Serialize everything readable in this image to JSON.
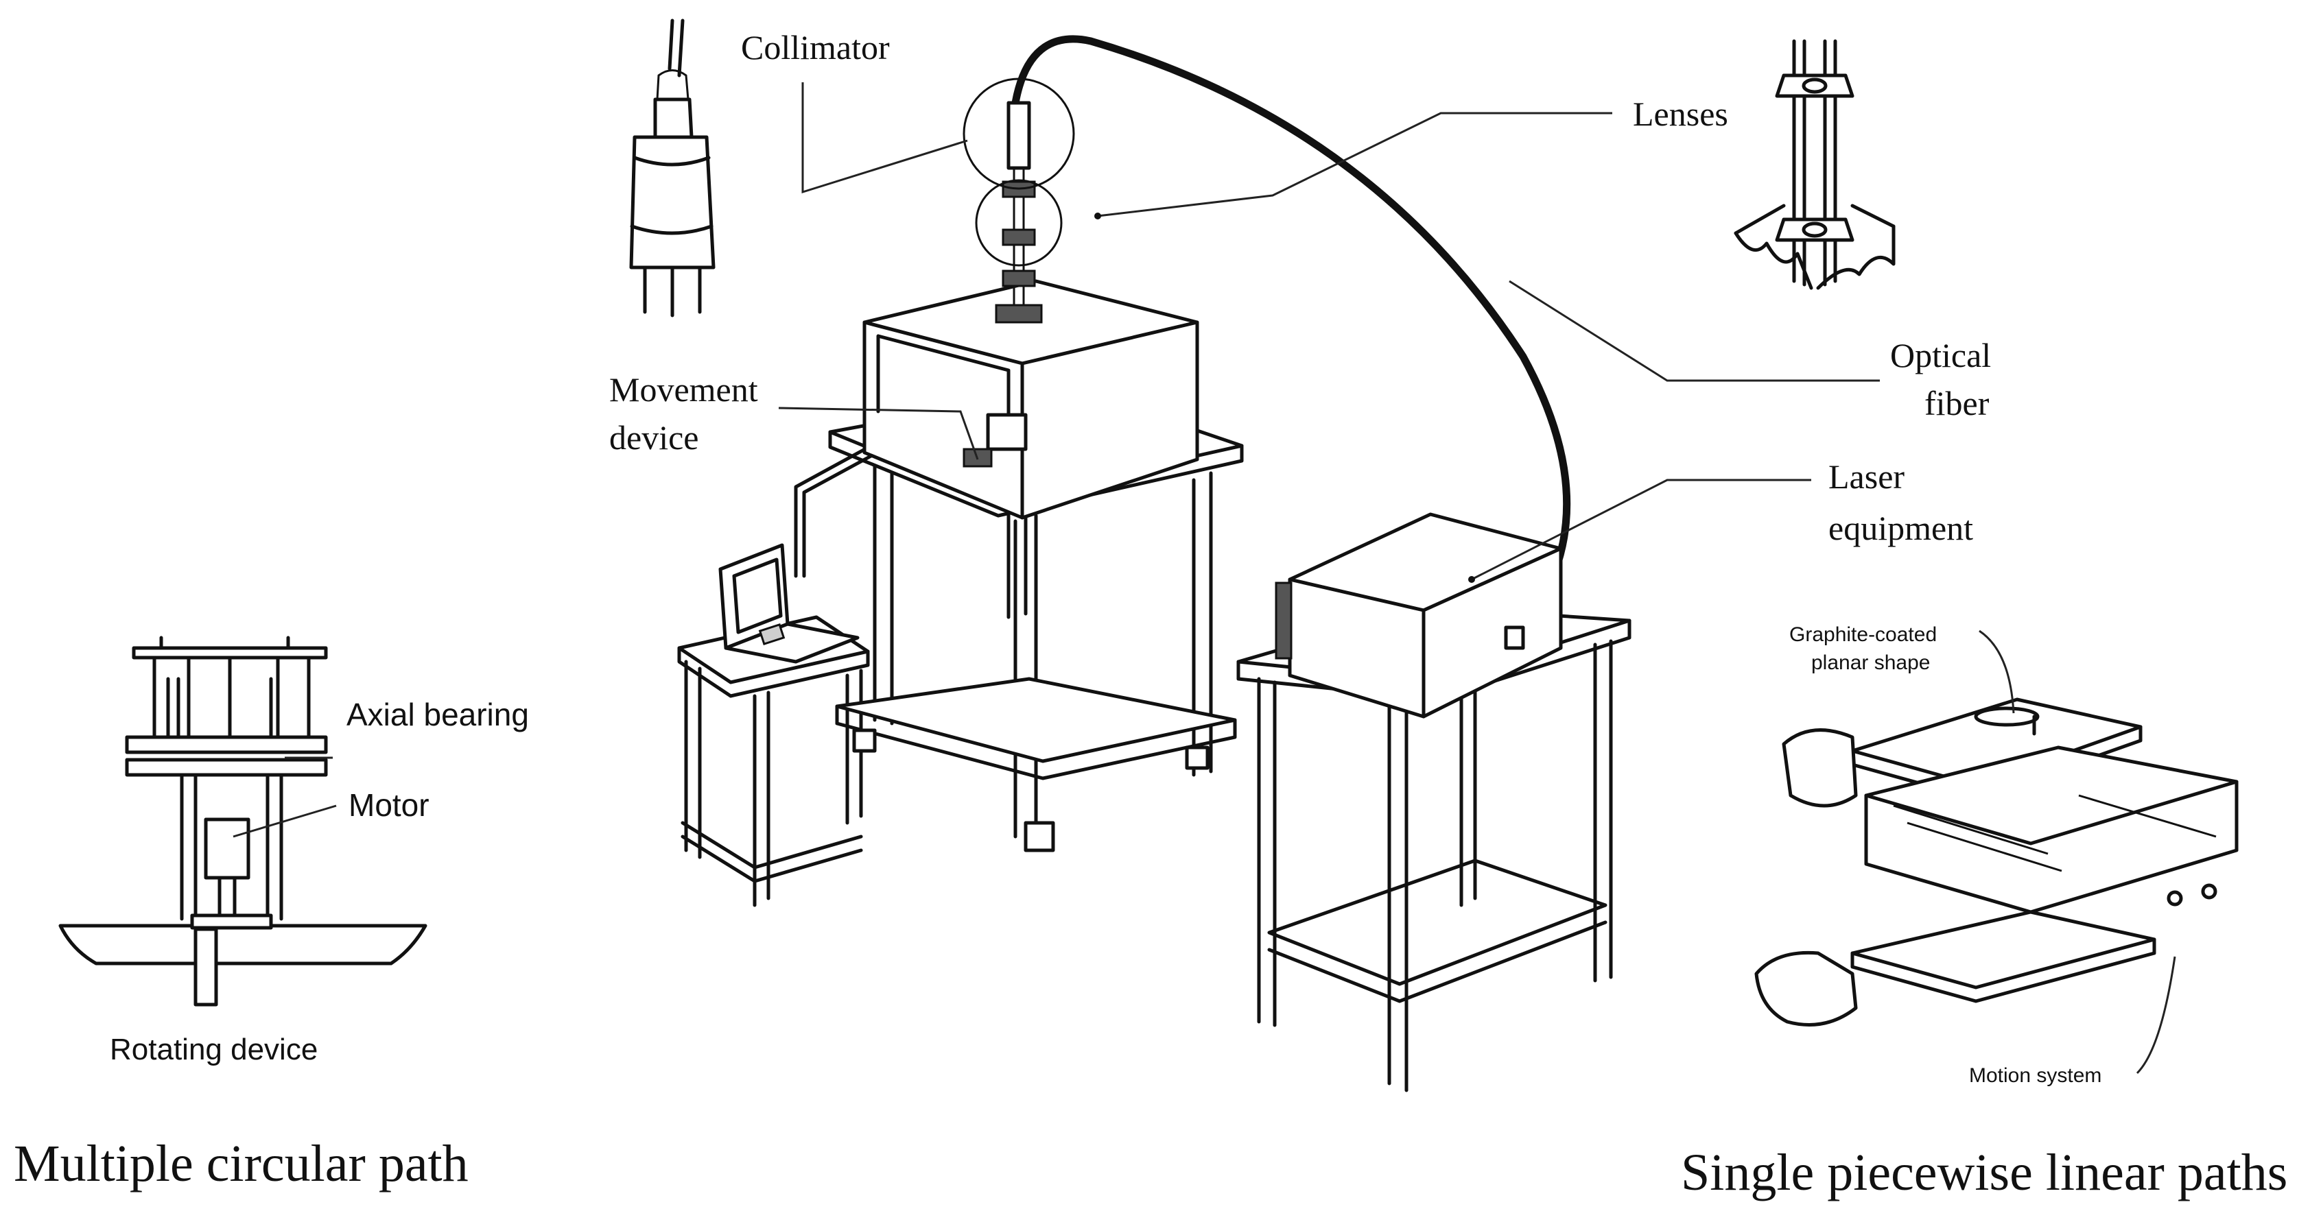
{
  "labels": {
    "collimator": "Collimator",
    "lenses": "Lenses",
    "optical_fiber_line1": "Optical",
    "optical_fiber_line2": "fiber",
    "movement_device_line1": "Movement",
    "movement_device_line2": "device",
    "laser_equipment_line1": "Laser",
    "laser_equipment_line2": "equipment",
    "axial_bearing": "Axial bearing",
    "motor": "Motor",
    "rotating_device": "Rotating device",
    "graphite_line1": "Graphite-coated",
    "graphite_line2": "planar shape",
    "motion_system": "Motion system"
  },
  "captions": {
    "left": "Multiple circular path",
    "right": "Single piecewise linear paths"
  }
}
